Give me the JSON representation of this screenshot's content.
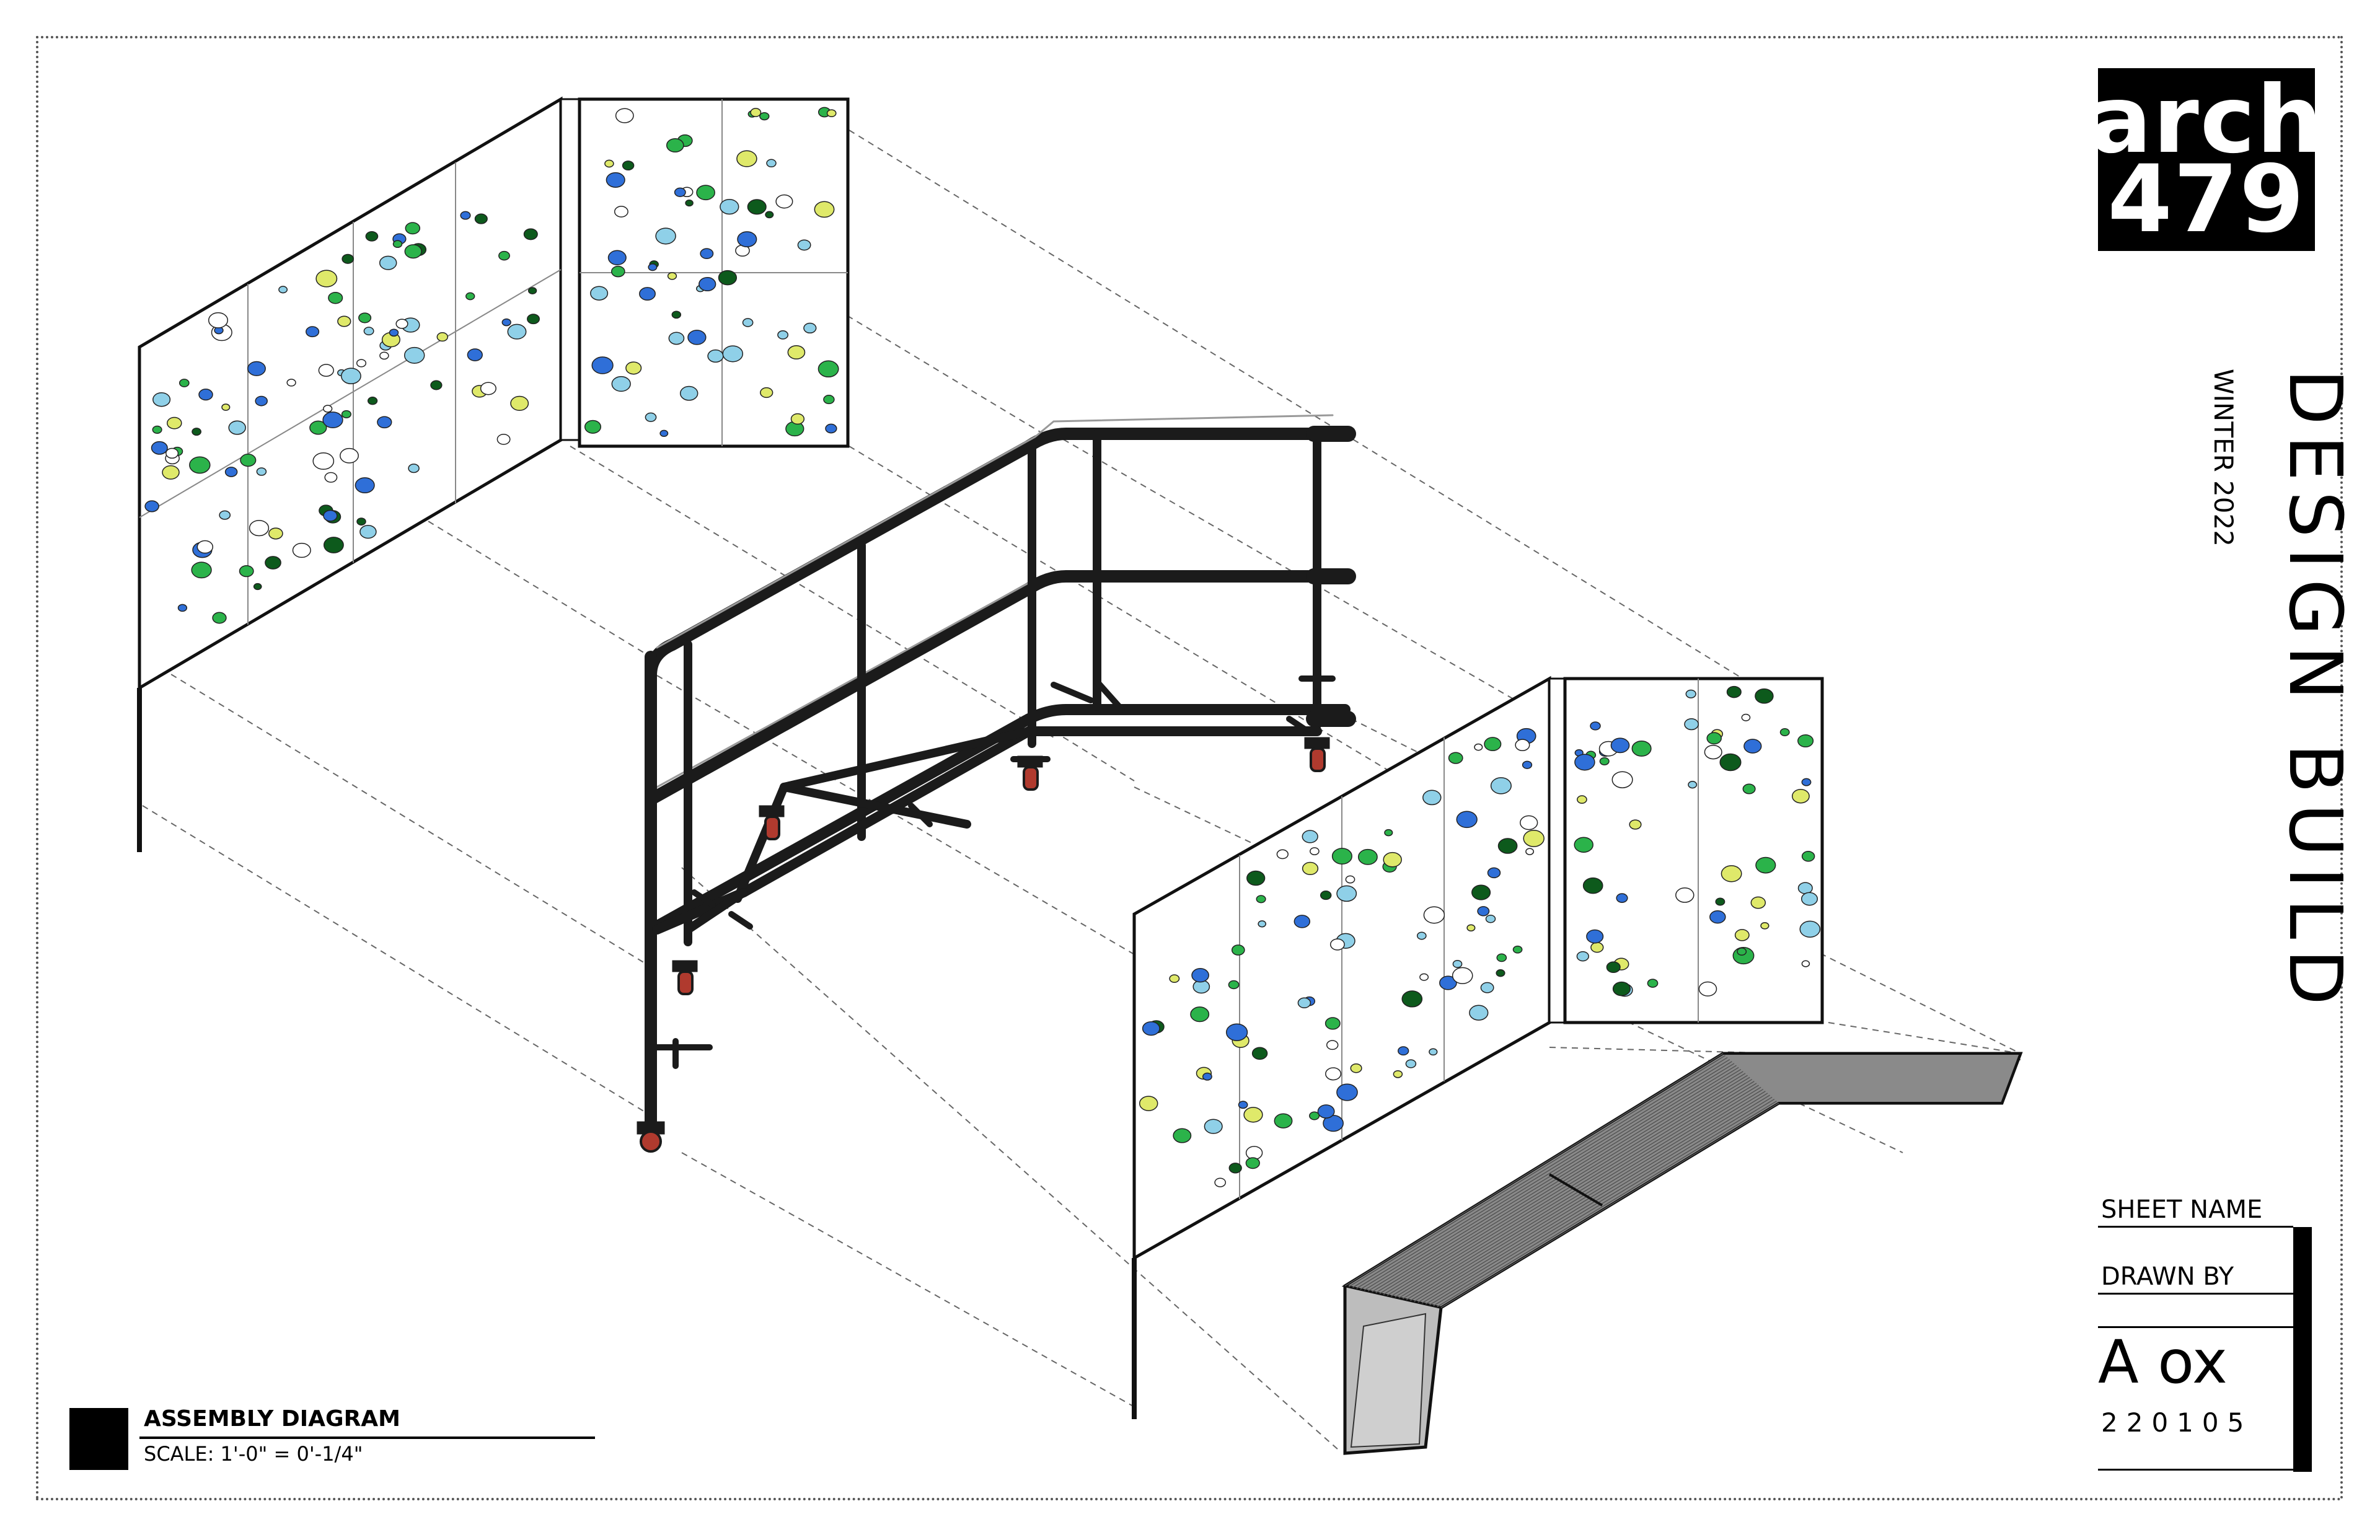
{
  "logo": {
    "line1": "arch",
    "line2": "479"
  },
  "project": {
    "title": "DESIGN BUILD",
    "term": "WINTER 2022"
  },
  "title_block": {
    "sheet_name_label": "SHEET NAME",
    "drawn_by_label": "DRAWN BY",
    "signature": "A ox",
    "date": "220105"
  },
  "drawing_label": {
    "title": "ASSEMBLY DIAGRAM",
    "scale": "SCALE: 1'-0\" = 0'-1/4\""
  },
  "colors": {
    "hold_blue": "#2f6fd8",
    "hold_green": "#2bb34a",
    "hold_darkgreen": "#0d5a1c",
    "hold_yellow": "#dfe96a",
    "hold_lightblue": "#8fd0e8",
    "frame": "#1a1a1a",
    "caster": "#b03a2e"
  },
  "components": [
    "left-climbing-wall",
    "steel-frame-cart",
    "right-climbing-wall",
    "bench-seat"
  ]
}
